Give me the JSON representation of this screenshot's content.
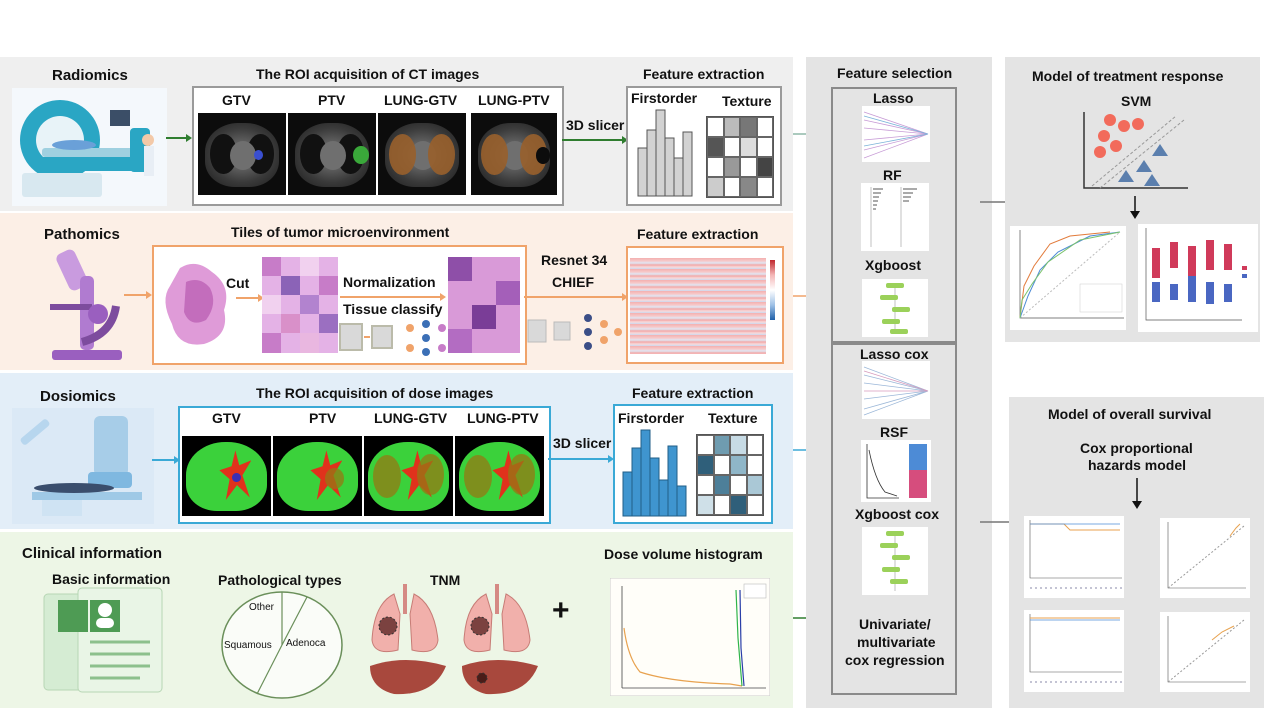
{
  "radiomics": {
    "title": "Radiomics",
    "roi_title": "The ROI acquisition of CT images",
    "roi_labels": [
      "GTV",
      "PTV",
      "LUNG-GTV",
      "LUNG-PTV"
    ],
    "tool": "3D slicer",
    "fe_title": "Feature extraction",
    "fe_labels": [
      "Firstorder",
      "Texture"
    ]
  },
  "pathomics": {
    "title": "Pathomics",
    "tiles_title": "Tiles of tumor microenvironment",
    "cut": "Cut",
    "normalization": "Normalization",
    "tissue_classify": "Tissue classify",
    "models_line1": "Resnet 34",
    "models_line2": "CHIEF",
    "fe_title": "Feature extraction"
  },
  "dosiomics": {
    "title": "Dosiomics",
    "roi_title": "The ROI acquisition of dose images",
    "roi_labels": [
      "GTV",
      "PTV",
      "LUNG-GTV",
      "LUNG-PTV"
    ],
    "tool": "3D slicer",
    "fe_title": "Feature extraction",
    "fe_labels": [
      "Firstorder",
      "Texture"
    ]
  },
  "clinical": {
    "title": "Clinical information",
    "basic": "Basic information",
    "pathological": "Pathological types",
    "pie_labels": [
      "Other",
      "Squamous",
      "Adenoca"
    ],
    "tnm": "TNM",
    "plus": "+",
    "dvh_title": "Dose volume histogram"
  },
  "feature_selection": {
    "title": "Feature selection",
    "group1": [
      "Lasso",
      "RF",
      "Xgboost"
    ],
    "group2": [
      "Lasso cox",
      "RSF",
      "Xgboost cox"
    ],
    "regression_line1": "Univariate/",
    "regression_line2": "multivariate",
    "regression_line3": "cox regression"
  },
  "treatment_response": {
    "title": "Model of treatment response",
    "model": "SVM"
  },
  "overall_survival": {
    "title": "Model of overall survival",
    "model_line1": "Cox proportional",
    "model_line2": "hazards model"
  },
  "colors": {
    "radiomics_bg": "#efefef",
    "pathomics_bg": "#fcefe6",
    "dosiomics_bg": "#e3eef8",
    "clinical_bg": "#edf6e6",
    "radiomics_arrow": "#2f7d2f",
    "pathomics_arrow": "#f0a36a",
    "dosiomics_arrow": "#3aa9d6",
    "panel_gray": "#e4e4e4"
  }
}
